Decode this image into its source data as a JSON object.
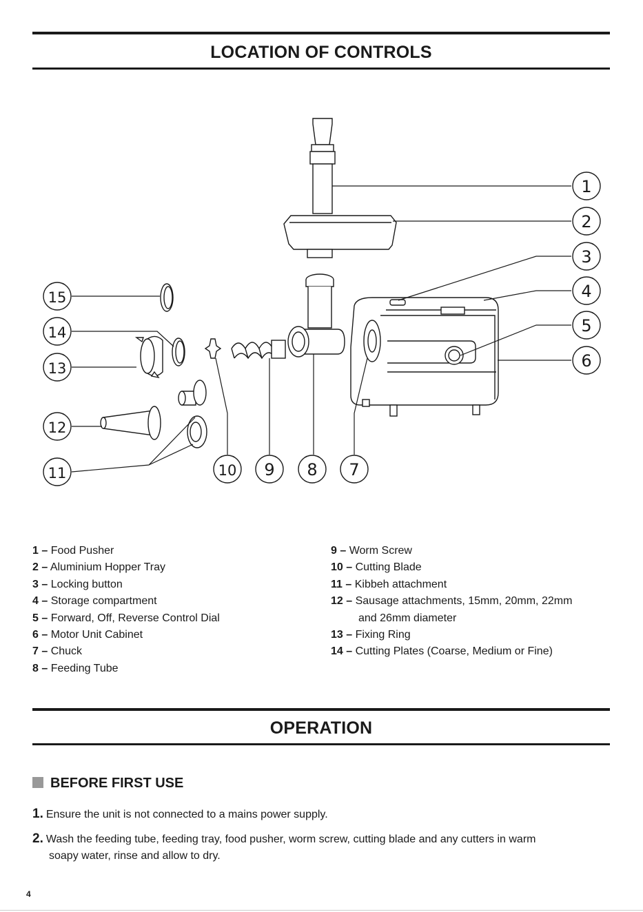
{
  "location_heading": "LOCATION OF CONTROLS",
  "diagram_callouts": [
    "1",
    "2",
    "3",
    "4",
    "5",
    "6",
    "7",
    "8",
    "9",
    "10",
    "11",
    "12",
    "13",
    "14",
    "15"
  ],
  "legend_left": [
    {
      "num": "1 –",
      "text": "Food Pusher"
    },
    {
      "num": "2 –",
      "text": "Aluminium Hopper Tray"
    },
    {
      "num": "3 –",
      "text": "Locking button"
    },
    {
      "num": "4 –",
      "text": "Storage compartment"
    },
    {
      "num": "5 –",
      "text": "Forward, Off, Reverse Control Dial"
    },
    {
      "num": "6 –",
      "text": "Motor Unit Cabinet"
    },
    {
      "num": "7 –",
      "text": "Chuck"
    },
    {
      "num": "8 –",
      "text": "Feeding Tube"
    }
  ],
  "legend_right": [
    {
      "num": "9 –",
      "text": "Worm Screw"
    },
    {
      "num": "10 –",
      "text": "Cutting Blade"
    },
    {
      "num": "11 –",
      "text": "Kibbeh attachment"
    },
    {
      "num": "12 –",
      "text": "Sausage attachments, 15mm, 20mm, 22mm",
      "cont": "and 26mm diameter"
    },
    {
      "num": "13 –",
      "text": "Fixing Ring"
    },
    {
      "num": "14 –",
      "text": "Cutting Plates (Coarse, Medium or Fine)"
    }
  ],
  "operation_heading": "OPERATION",
  "before_first_use": "BEFORE FIRST USE",
  "steps": [
    {
      "num": "1.",
      "text": "Ensure the unit is not connected to a mains power supply."
    },
    {
      "num": "2.",
      "text": "Wash the feeding tube, feeding tray, food pusher, worm screw, cutting blade and any cutters in warm",
      "cont": "soapy water, rinse and allow to dry."
    }
  ],
  "page_number": "4"
}
